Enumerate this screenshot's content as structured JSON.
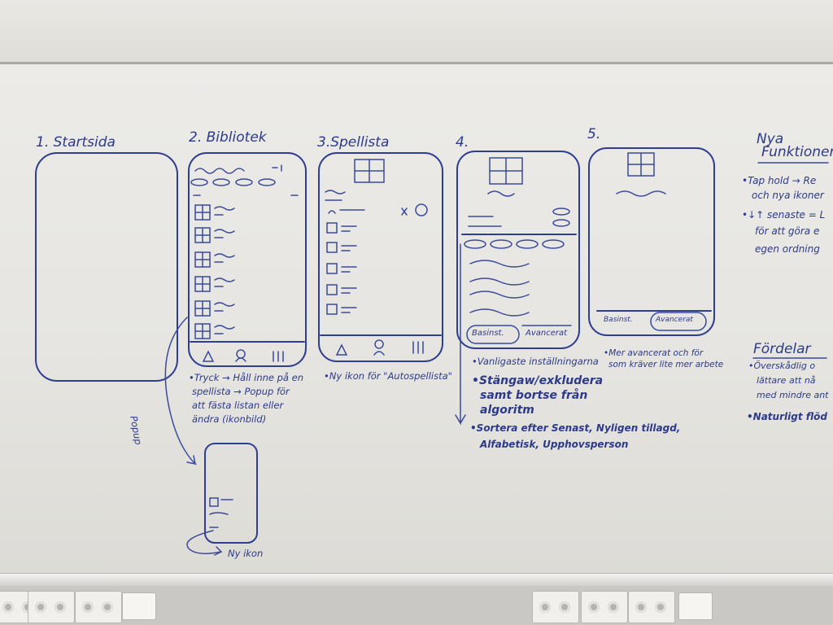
{
  "titles": {
    "s1": "1. Startsida",
    "s2": "2. Bibliotek",
    "s3": "3.Spellista",
    "s4": "4.",
    "s5": "5.",
    "nya": "Nya",
    "funktioner": "Funktioner",
    "fordelar": "Fördelar"
  },
  "screens": {
    "s4_tabs": [
      "Basinst.",
      "Avancerat"
    ],
    "s5_tabs": [
      "Basinst.",
      "Avancerat"
    ]
  },
  "notes": {
    "s2": [
      "•Tryck → Håll inne på en",
      "spellista → Popup för",
      "att fästa listan eller",
      "ändra (ikonbild)"
    ],
    "s3": [
      "•Ny ikon för \"Autospellista\""
    ],
    "s4": [
      "•Vanligaste inställningarna",
      "•Stängaw/exkludera",
      "samt bortse från",
      "algoritm",
      "•Sortera efter Senast, Nyligen tillagd,",
      "Alfabetisk, Upphovsperson"
    ],
    "s5": [
      "•Mer avancerat och för",
      "som kräver lite mer arbete"
    ],
    "popup_arrow": "Popup",
    "new_icon": "Ny ikon",
    "right_funk": [
      "•Tap hold → Re",
      "och nya ikoner",
      "•↓↑ senaste = L",
      "för att göra e",
      "egen ordning"
    ],
    "right_ford": [
      "•Överskådlig o",
      "lättare att nå",
      "med mindre ant",
      "•Naturligt flöd"
    ]
  },
  "colors": {
    "ink": "#2f3f8f",
    "board": "#ebeae7",
    "tray": "#e9e8e4"
  }
}
